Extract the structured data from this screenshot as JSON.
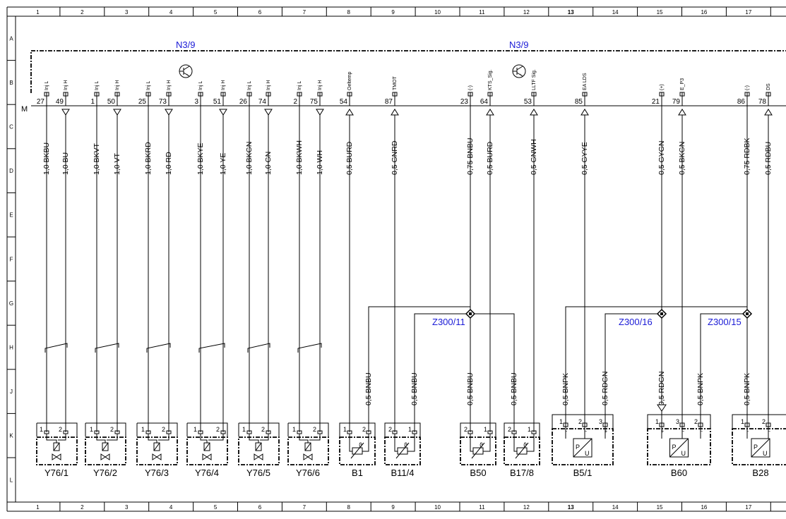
{
  "sheet": {
    "columns": [
      "1",
      "2",
      "3",
      "4",
      "5",
      "6",
      "7",
      "8",
      "9",
      "10",
      "11",
      "12",
      "13",
      "14",
      "15",
      "16",
      "17"
    ],
    "rows": [
      "A",
      "B",
      "C",
      "D",
      "E",
      "F",
      "G",
      "H",
      "J",
      "K",
      "L"
    ]
  },
  "ecu": {
    "label_left": "N3/9",
    "label_right": "N3/9",
    "connector": "M"
  },
  "pins": [
    {
      "num": "27",
      "sig": "Inj L",
      "wire": "1,0 BKBU",
      "arrow": "none"
    },
    {
      "num": "49",
      "sig": "Inj H",
      "wire": "1,0 BU",
      "arrow": "down"
    },
    {
      "num": "1",
      "sig": "Inj L",
      "wire": "1,0 BKVT",
      "arrow": "none"
    },
    {
      "num": "50",
      "sig": "Inj H",
      "wire": "1,0 VT",
      "arrow": "down"
    },
    {
      "num": "25",
      "sig": "Inj L",
      "wire": "1,0 BKRD",
      "arrow": "none"
    },
    {
      "num": "73",
      "sig": "Inj H",
      "wire": "1,0 RD",
      "arrow": "down"
    },
    {
      "num": "3",
      "sig": "Inj L",
      "wire": "1,0 BKYE",
      "arrow": "none"
    },
    {
      "num": "51",
      "sig": "Inj H",
      "wire": "1,0 YE",
      "arrow": "down"
    },
    {
      "num": "26",
      "sig": "Inj L",
      "wire": "1,0 BKGN",
      "arrow": "none"
    },
    {
      "num": "74",
      "sig": "Inj H",
      "wire": "1,0 GN",
      "arrow": "down"
    },
    {
      "num": "2",
      "sig": "Inj L",
      "wire": "1,0 BKWH",
      "arrow": "none"
    },
    {
      "num": "75",
      "sig": "Inj H",
      "wire": "1,0 WH",
      "arrow": "down"
    },
    {
      "num": "54",
      "sig": "Oeltemp",
      "wire": "0,5 BURD",
      "arrow": "up"
    },
    {
      "num": "87",
      "sig": "TMOT",
      "wire": "0,5 GNRD",
      "arrow": "up"
    },
    {
      "num": "23",
      "sig": "(-)",
      "wire": "0,75 BNBU",
      "arrow": "none"
    },
    {
      "num": "64",
      "sig": "KTS_Sig.",
      "wire": "0,5 BURD",
      "arrow": "up"
    },
    {
      "num": "53",
      "sig": "LLTF Sig.",
      "wire": "0,5 GNWH",
      "arrow": "up"
    },
    {
      "num": "85",
      "sig": "EA LDS",
      "wire": "0,5 GYYE",
      "arrow": "up"
    },
    {
      "num": "21",
      "sig": "(+)",
      "wire": "0,5 GYGN",
      "arrow": "none"
    },
    {
      "num": "79",
      "sig": "E_P3",
      "wire": "0,5 BKGN",
      "arrow": "up"
    },
    {
      "num": "86",
      "sig": "(-)",
      "wire": "0,75 RDBK",
      "arrow": "none"
    },
    {
      "num": "78",
      "sig": "DS",
      "wire": "0,5 RDBU",
      "arrow": "up"
    }
  ],
  "splices": [
    "Z300/11",
    "Z300/16",
    "Z300/15"
  ],
  "branch_wires": [
    {
      "label": "0,5 BNBU"
    },
    {
      "label": "0,5 BNBU"
    },
    {
      "label": "0,5 BNBU"
    },
    {
      "label": "0,5 BNBU"
    },
    {
      "label": "0,5 BNPK"
    },
    {
      "label": "0,5 RDGN"
    },
    {
      "label": "0,5 RDGN"
    },
    {
      "label": "0,5 BNPK"
    },
    {
      "label": "0,5 BNPK"
    }
  ],
  "components": [
    {
      "name": "Y76/1",
      "pins": [
        "1",
        "2"
      ]
    },
    {
      "name": "Y76/2",
      "pins": [
        "1",
        "2"
      ]
    },
    {
      "name": "Y76/3",
      "pins": [
        "1",
        "2"
      ]
    },
    {
      "name": "Y76/4",
      "pins": [
        "1",
        "2"
      ]
    },
    {
      "name": "Y76/5",
      "pins": [
        "1",
        "2"
      ]
    },
    {
      "name": "Y76/6",
      "pins": [
        "1",
        "2"
      ]
    },
    {
      "name": "B1",
      "pins": [
        "1",
        "2"
      ]
    },
    {
      "name": "B11/4",
      "pins": [
        "2",
        "1"
      ]
    },
    {
      "name": "B50",
      "pins": [
        "2",
        "1"
      ]
    },
    {
      "name": "B17/8",
      "pins": [
        "2",
        "1"
      ]
    },
    {
      "name": "B5/1",
      "pins": [
        "1",
        "2",
        "3"
      ],
      "sub": [
        "-",
        "−",
        "+"
      ]
    },
    {
      "name": "B60",
      "pins": [
        "1",
        "3",
        "2"
      ],
      "sub": [
        "+",
        "−",
        "−"
      ]
    },
    {
      "name": "B28",
      "pins": [
        "1",
        "2"
      ],
      "sub": [
        "-",
        "−"
      ]
    }
  ],
  "sensor_symbols": {
    "pu": [
      "P",
      "U"
    ],
    "theta": "ϑ"
  },
  "colors": {
    "label_blue": "#1a1ad6",
    "line": "#000000"
  }
}
